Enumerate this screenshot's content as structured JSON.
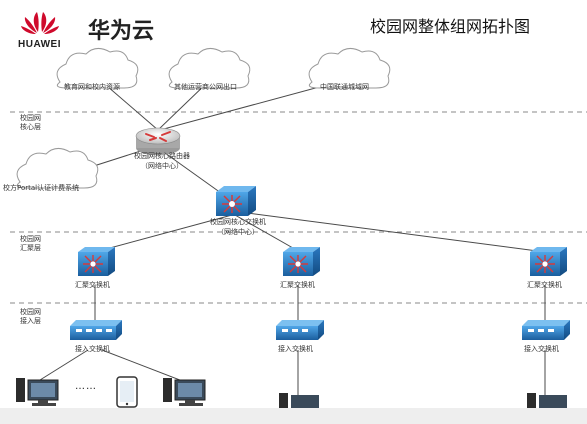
{
  "header": {
    "brand_name": "华为云",
    "brand_en": "HUAWEI",
    "title": "校园网整体组网拓扑图"
  },
  "clouds": [
    {
      "label": "教育网和校内资源"
    },
    {
      "label": "其他运营商公网出口"
    },
    {
      "label": "中国联通城域网"
    },
    {
      "label": "校方Portal认证计费系统"
    }
  ],
  "layers": {
    "core": [
      "校园网",
      "核心层"
    ],
    "aggregation": [
      "校园网",
      "汇聚层"
    ],
    "access": [
      "校园网",
      "接入层"
    ]
  },
  "devices": {
    "core_router": [
      "校园网核心路由器",
      "（网络中心）"
    ],
    "core_switch": [
      "校园网核心交换机",
      "（网络中心）"
    ],
    "aggregation_switch": "汇聚交换机",
    "access_switch": "接入交换机",
    "ellipsis": "……"
  },
  "colors": {
    "link": "#4a4a4a",
    "dashed_separator": "#8a8a8a",
    "switch_blue": "#1f6fb8",
    "router_red": "#d63a3a",
    "logo_red": "#cf0a2c"
  }
}
